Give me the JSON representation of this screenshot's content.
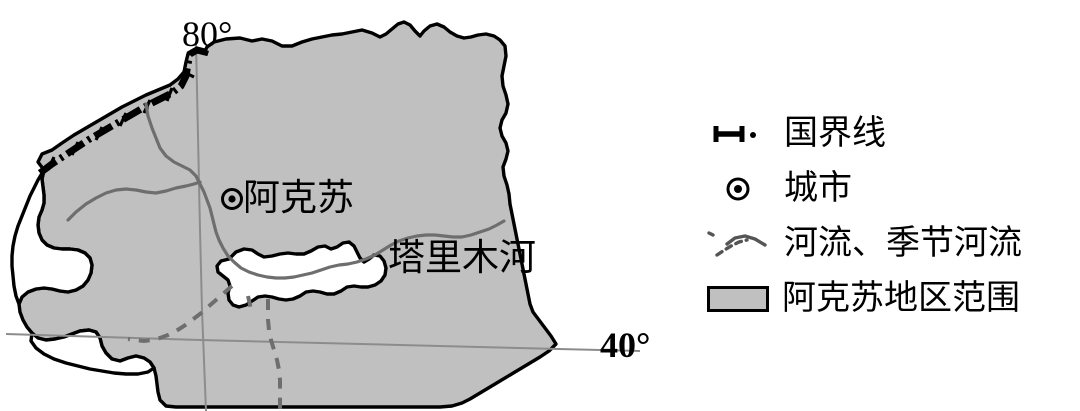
{
  "figure": {
    "kind": "thematic-map",
    "region_name": "阿克苏地区",
    "background_color": "#ffffff",
    "land_fill_color": "#c0c0c0",
    "outline_color": "#000000",
    "river_color": "#6e6e6e",
    "graticule_color": "#8c8c8c"
  },
  "map": {
    "labels": {
      "city": "阿克苏",
      "river": "塔里木河"
    },
    "graticule": {
      "longitude_label": "80°",
      "latitude_label": "40°"
    },
    "features": {
      "city_marker": "double-circle",
      "national_border": "dash-dot-line",
      "perennial_river": "solid-line",
      "seasonal_river": "dashed-line",
      "inner_white_area": "白色区域"
    }
  },
  "legend": {
    "items": [
      {
        "symbol": "national-border",
        "label": "国界线"
      },
      {
        "symbol": "city-circle",
        "label": "城市"
      },
      {
        "symbol": "river-lines",
        "label": "河流、季节河流"
      },
      {
        "symbol": "area-swatch",
        "label": "阿克苏地区范围"
      }
    ]
  }
}
